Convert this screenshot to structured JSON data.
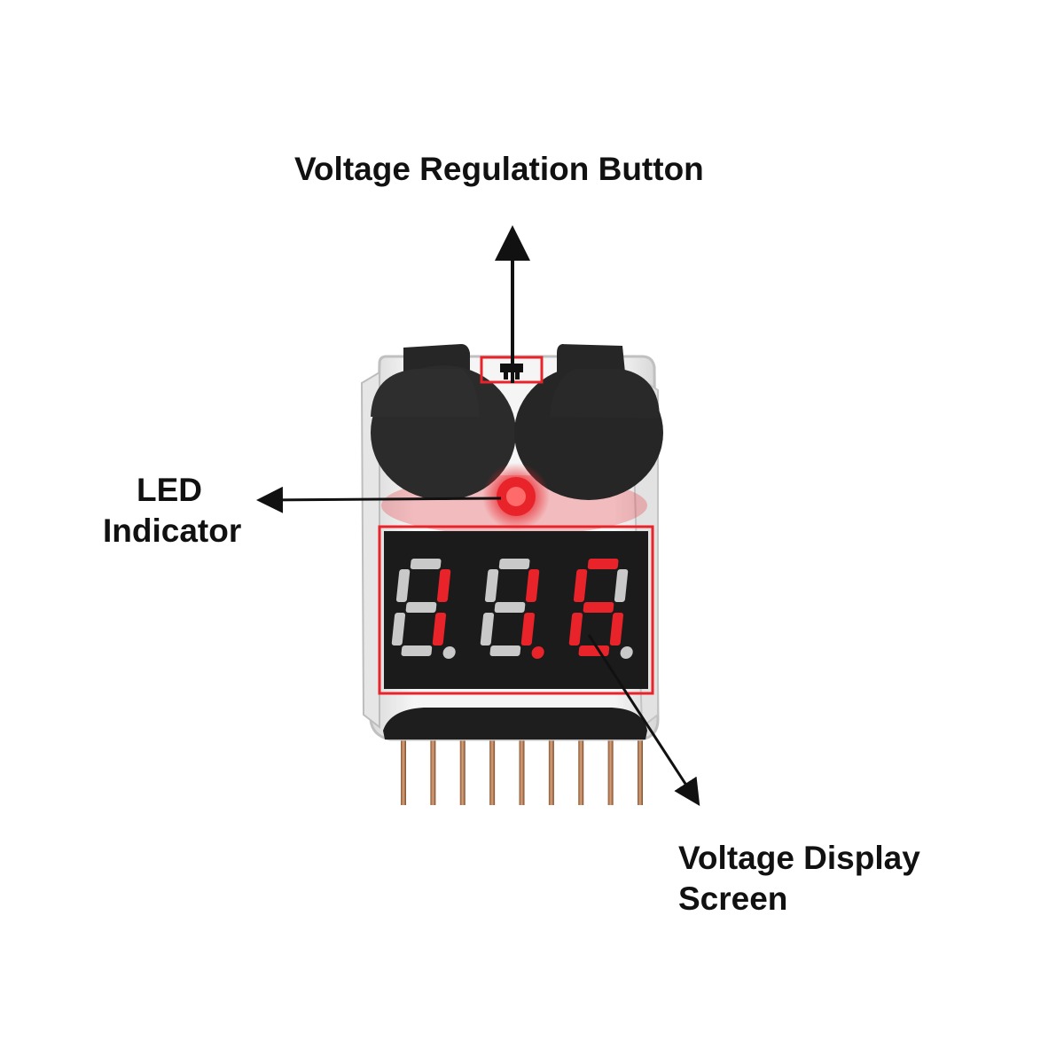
{
  "labels": {
    "voltage_regulation_button": "Voltage Regulation Button",
    "led_indicator": [
      "LED",
      "Indicator"
    ],
    "voltage_display_screen": [
      "Voltage Display",
      "Screen"
    ]
  },
  "display": {
    "digits": [
      "1",
      "1",
      "6"
    ],
    "digit_color": "#e8232a",
    "ghost_color": "#c9c9c9"
  },
  "colors": {
    "background": "#ffffff",
    "text": "#111111",
    "highlight": "#e8232a",
    "arrow": "#111111",
    "buzzer": "#2a2a2a"
  },
  "pins": {
    "count": 9
  }
}
